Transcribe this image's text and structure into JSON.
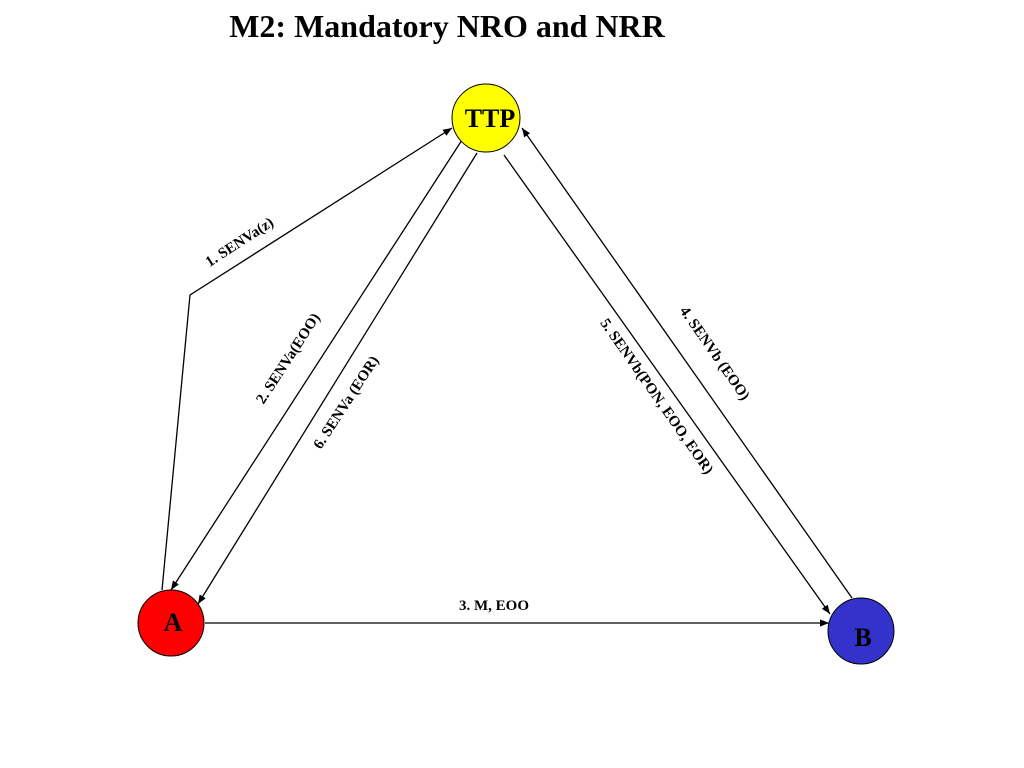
{
  "title": "M2: Mandatory NRO and NRR",
  "nodes": {
    "ttp": {
      "label": "TTP",
      "color": "#ffff00"
    },
    "a": {
      "label": "A",
      "color": "#ff0000"
    },
    "b": {
      "label": "B",
      "color": "#3333cc"
    }
  },
  "edges": [
    {
      "label": "1. SENVa(z)"
    },
    {
      "label": "2. SENVa(EOO)"
    },
    {
      "label": "3. M, EOO"
    },
    {
      "label": "4. SENVb (EOO)"
    },
    {
      "label": "5. SENVb(PON, EOO, EOR)"
    },
    {
      "label": "6. SENVa (EOR)"
    }
  ]
}
